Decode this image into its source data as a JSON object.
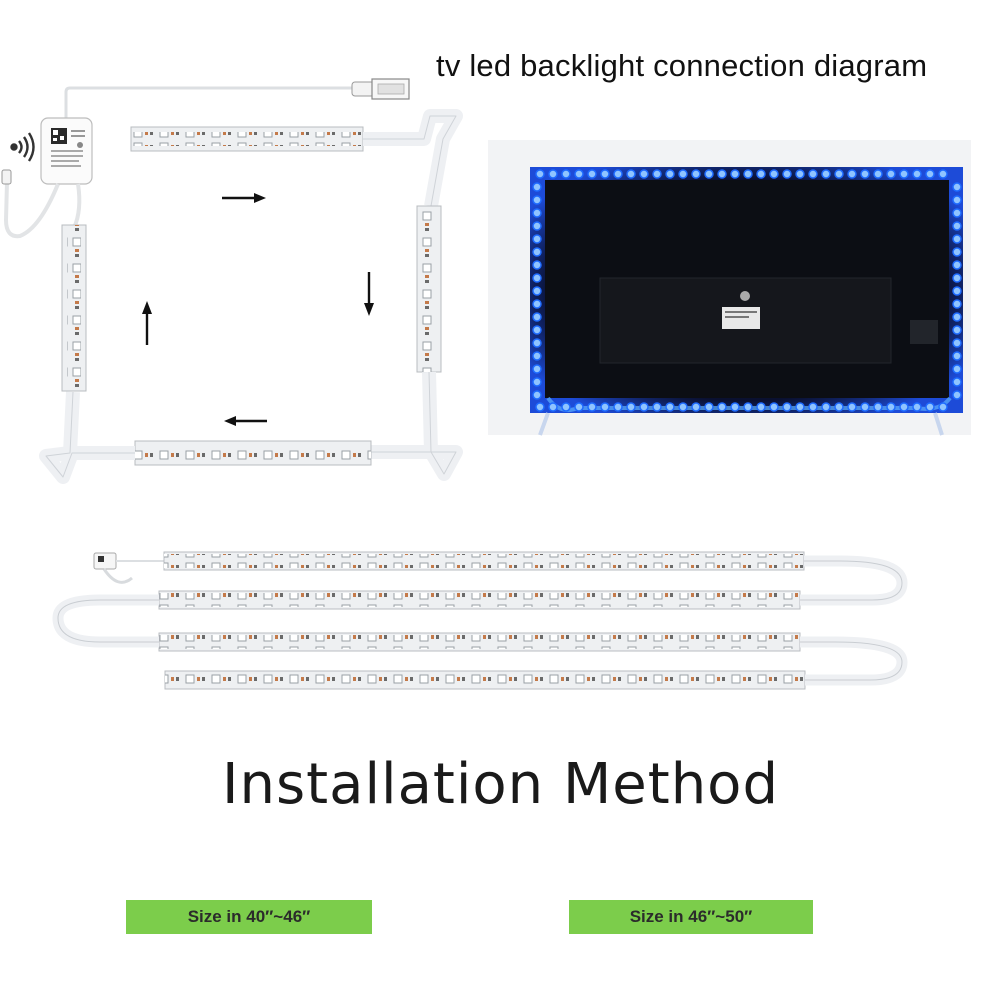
{
  "diagram": {
    "title": "tv led backlight connection diagram",
    "heading": "Installation Method",
    "badges": [
      {
        "label": "Size in 40″~46″"
      },
      {
        "label": "Size in 46″~50″"
      }
    ]
  },
  "colors": {
    "badge": "#7ccd4b",
    "led_glow": "#1e6bff",
    "strip": "#eceef0",
    "tape": "#f4f5f7"
  }
}
